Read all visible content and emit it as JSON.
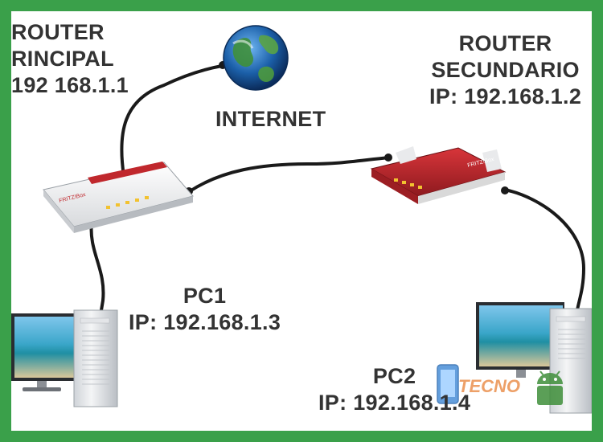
{
  "diagram": {
    "router_main": {
      "line1": "ROUTER",
      "line2": "RINCIPAL",
      "line3": "192 168.1.1"
    },
    "router_secondary": {
      "line1": "ROUTER",
      "line2": "SECUNDARIO",
      "line3": "IP: 192.168.1.2"
    },
    "internet": {
      "label": "INTERNET"
    },
    "pc1": {
      "line1": "PC1",
      "line2": "IP: 192.168.1.3"
    },
    "pc2": {
      "line1": "PC2",
      "line2": "IP: 192.168.1.4"
    },
    "watermark": {
      "text": "TECNO"
    }
  },
  "colors": {
    "border": "#3aa04a",
    "text": "#333333",
    "cable": "#1a1a1a",
    "router_red": "#c0282d",
    "ocean": "#1b5fa8",
    "land": "#3f8f3a"
  }
}
